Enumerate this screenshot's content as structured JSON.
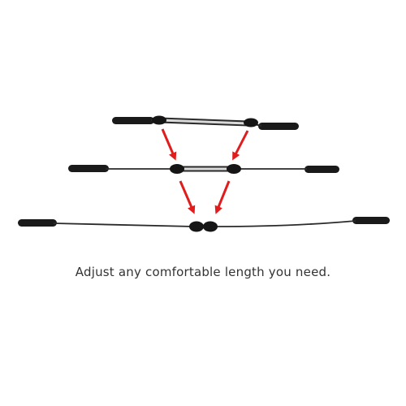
{
  "caption": "Adjust any comfortable length you need.",
  "colors": {
    "cord": "#2a2a2a",
    "tip": "#1a1a1a",
    "bead": "#151515",
    "sleeve": "#c8c8c8",
    "arrow": "#e01c1c",
    "background": "#ffffff"
  },
  "states": [
    {
      "name": "short",
      "bead_spacing": "wide"
    },
    {
      "name": "medium",
      "bead_spacing": "medium"
    },
    {
      "name": "long",
      "bead_spacing": "touching"
    }
  ]
}
